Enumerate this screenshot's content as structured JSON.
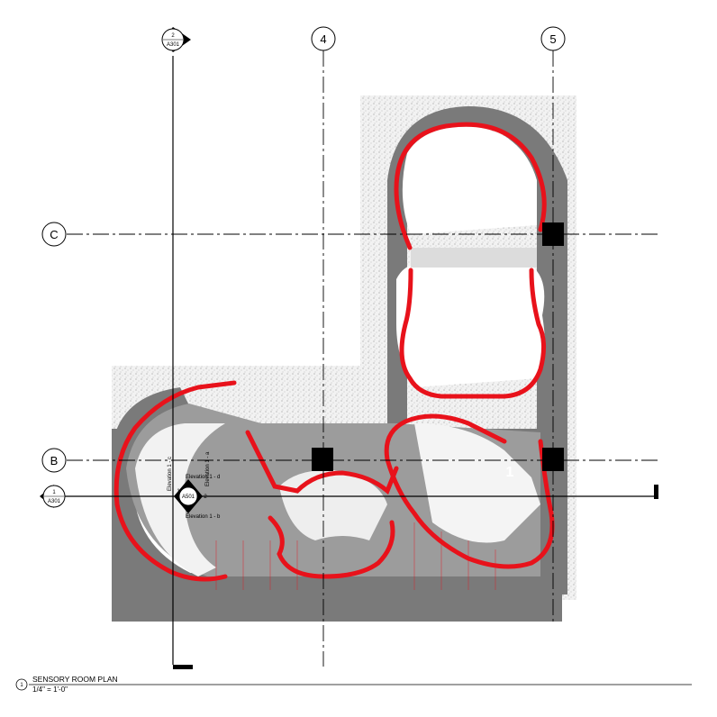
{
  "drawing": {
    "title": "SENSORY ROOM PLAN",
    "scale": "1/4\" = 1'-0\"",
    "view_number": "1"
  },
  "grid_lines": {
    "vertical": [
      "4",
      "5"
    ],
    "horizontal": [
      "C",
      "B"
    ]
  },
  "section_markers": [
    {
      "number": "2",
      "sheet": "A301"
    },
    {
      "number": "1",
      "sheet": "A301"
    }
  ],
  "elevation_marker": {
    "sheet": "A501",
    "left_index": "1",
    "right_index": "2",
    "labels": [
      "Elevation 1 - a",
      "Elevation 1 - b",
      "Elevation 1 - c",
      "Elevation 1 - d"
    ]
  },
  "room_tag": "1",
  "colors": {
    "wall_red": "#e8121b",
    "shadow_gray": "#707070",
    "floor_gray": "#9a9a9a",
    "stipple_bg": "#ececec",
    "line_black": "#000000"
  }
}
